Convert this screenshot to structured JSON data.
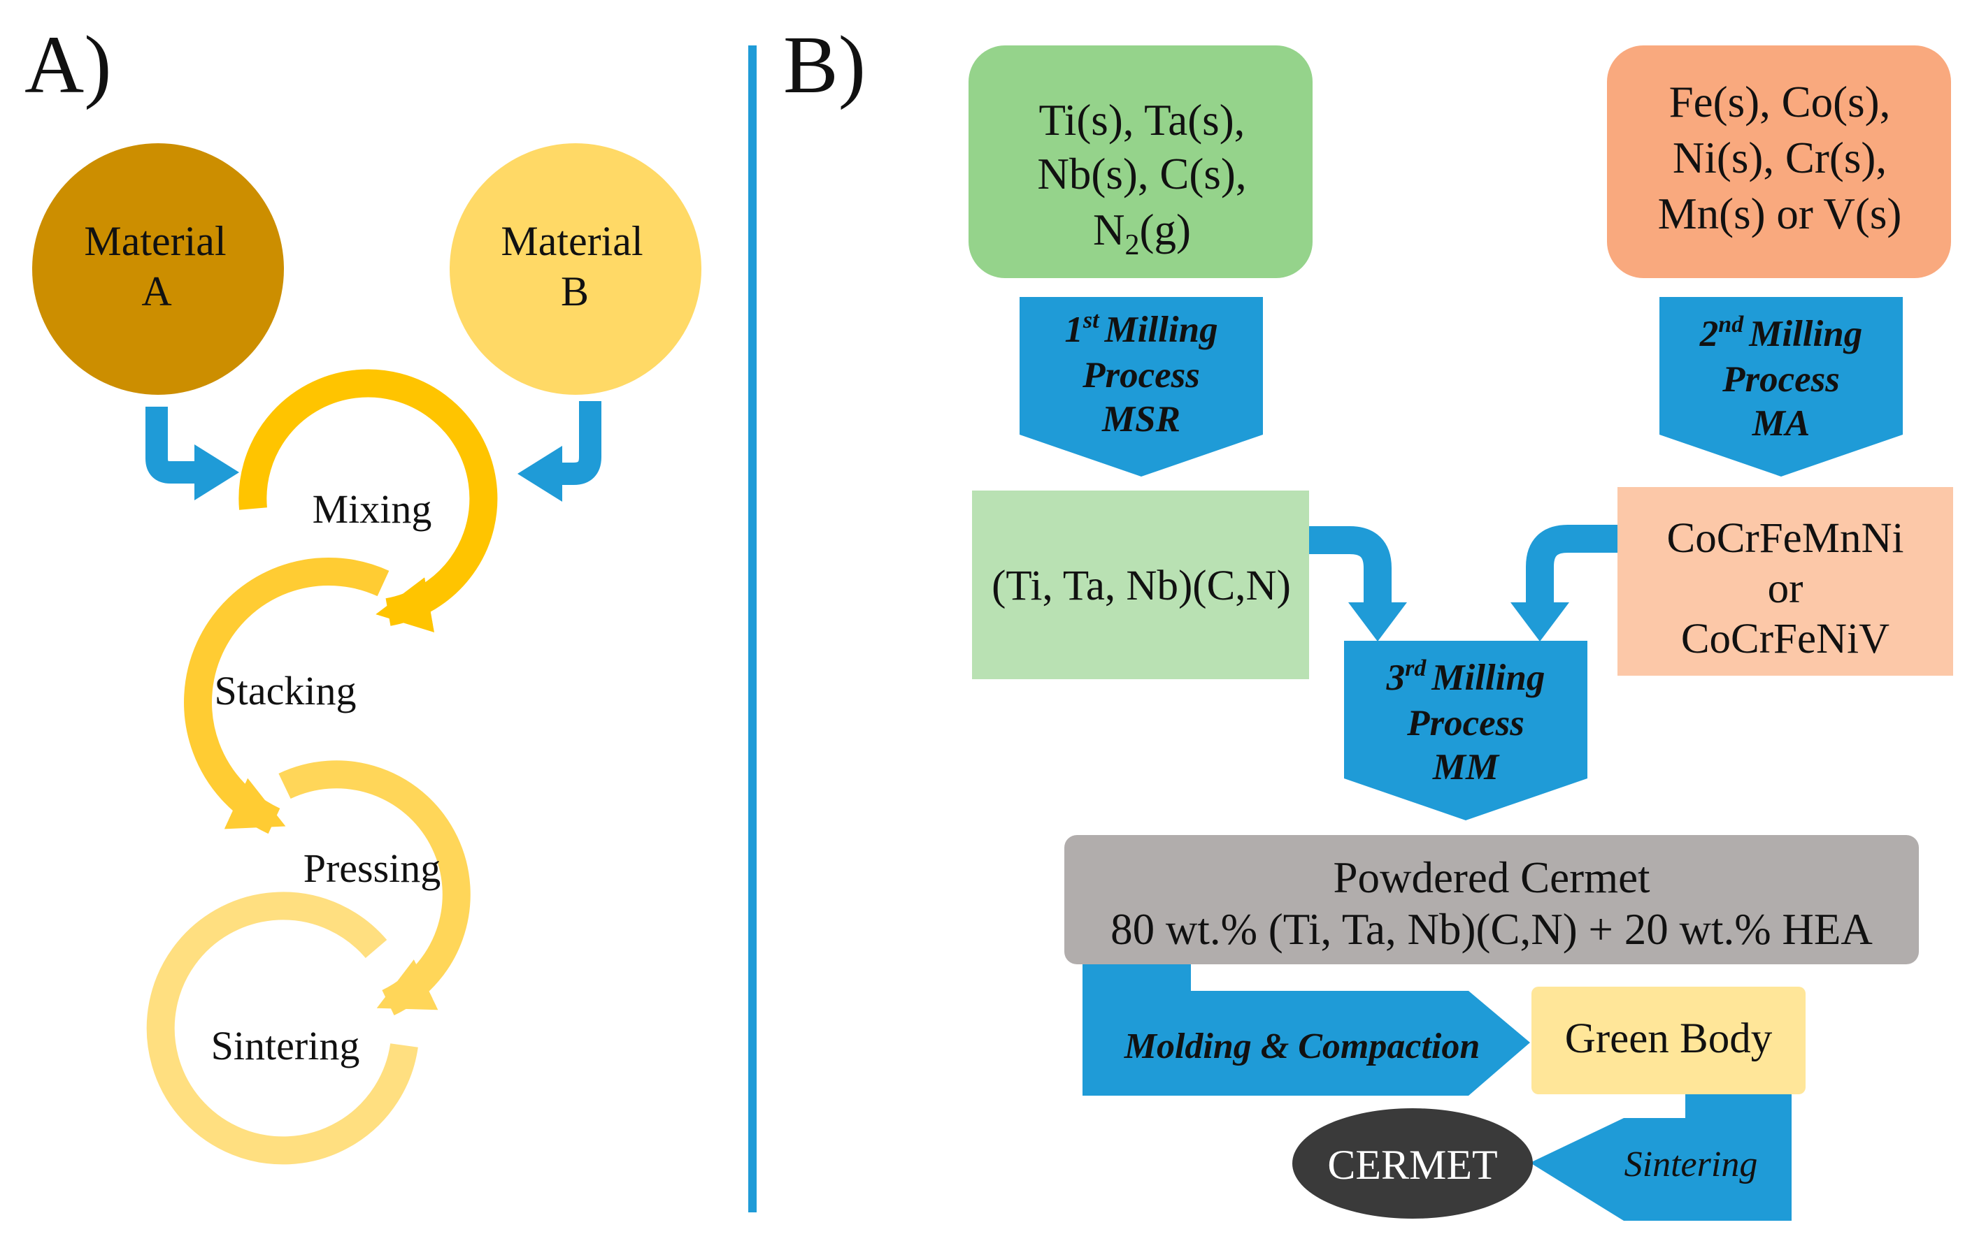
{
  "panel_a": {
    "label": "A)",
    "material_a": {
      "line1": "Material",
      "line2": "A"
    },
    "material_b": {
      "line1": "Material",
      "line2": "B"
    },
    "steps": [
      "Mixing",
      "Stacking",
      "Pressing",
      "Sintering"
    ]
  },
  "panel_b": {
    "label": "B)",
    "input_ceramic": [
      "Ti(s), Ta(s),",
      "Nb(s), C(s),",
      "N",
      "2",
      "(g)"
    ],
    "input_metal": [
      "Fe(s), Co(s),",
      "Ni(s), Cr(s),",
      "Mn(s) or V(s)"
    ],
    "mill1": {
      "num": "1",
      "sup": "st",
      "title": "Milling",
      "line2": "Process",
      "line3": "MSR"
    },
    "mill2": {
      "num": "2",
      "sup": "nd",
      "title": "Milling",
      "line2": "Process",
      "line3": "MA"
    },
    "mill3": {
      "num": "3",
      "sup": "rd",
      "title": "Milling",
      "line2": "Process",
      "line3": "MM"
    },
    "product_ceramic": "(Ti, Ta, Nb)(C,N)",
    "product_hea": [
      "CoCrFeMnNi",
      "or",
      "CoCrFeNiV"
    ],
    "cermet_powder": [
      "Powdered Cermet",
      "80 wt.% (Ti, Ta, Nb)(C,N) + 20 wt.% HEA"
    ],
    "molding": "Molding & Compaction",
    "green_body": "Green Body",
    "sintering": "Sintering",
    "final": "CERMET"
  },
  "colors": {
    "accent_blue": "#1f9bd7",
    "material_a": "#cc8e00",
    "material_b": "#ffd966",
    "green_dark": "#95d38b",
    "green_light": "#b9e1b3",
    "orange_dark": "#f9a97e",
    "orange_light": "#fcc8a8",
    "gray": "#b1adac",
    "yellow_box": "#ffe699",
    "dark_ellipse": "#3a3a3a"
  }
}
